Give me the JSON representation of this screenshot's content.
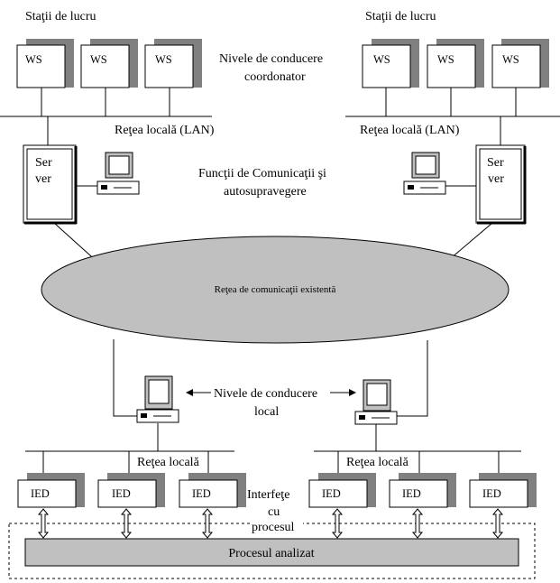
{
  "labels": {
    "workstations_left": "Staţii de lucru",
    "workstations_right": "Staţii de lucru",
    "coord_level_line1": "Nivele de conducere",
    "coord_level_line2": "coordonator",
    "lan_left": "Reţea locală (LAN)",
    "lan_right": "Reţea locală (LAN)",
    "comm_func_line1": "Funcţii de Comunicaţii şi",
    "comm_func_line2": "autosupravegere",
    "network": "Reţea de comunicaţii existentă",
    "local_level_line1": "Nivele de conducere",
    "local_level_line2": "local",
    "local_net_left": "Reţea locală",
    "local_net_right": "Reţea locală",
    "interfaces_line1": "Interfeţe",
    "interfaces_line2": "cu",
    "interfaces_line3": "procesul",
    "process": "Procesul analizat"
  },
  "ws_label": "WS",
  "ied_label": "IED",
  "server_line1": "Ser",
  "server_line2": "ver",
  "colors": {
    "shadow": "#808080",
    "network_fill": "#c0c0c0",
    "process_fill": "#c0c0c0",
    "line": "#000000"
  }
}
